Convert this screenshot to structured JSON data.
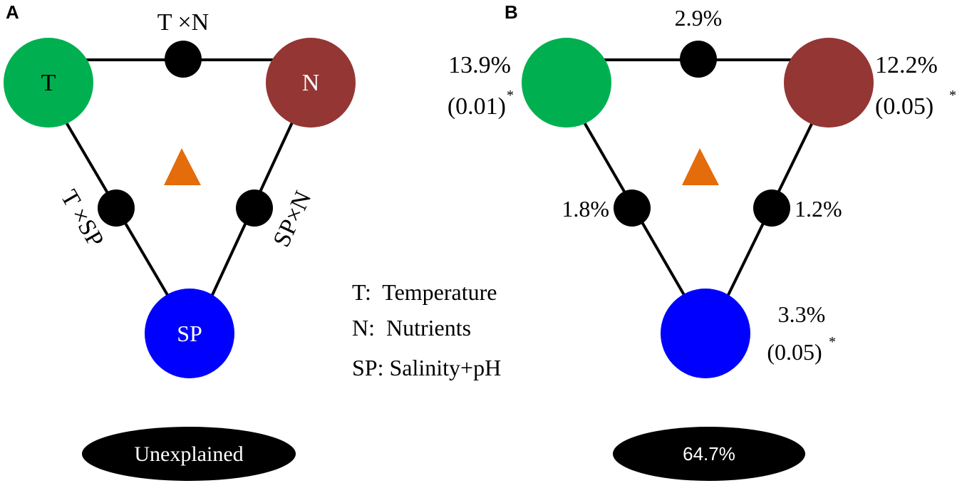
{
  "colors": {
    "temperature": "#00b050",
    "nutrients": "#943634",
    "salinity_ph": "#0000ff",
    "triangle": "#e46c0a",
    "node": "#000000",
    "line": "#000000",
    "unexplained": "#000000"
  },
  "panel_a": {
    "letter": "A",
    "node_t": "T",
    "node_n": "N",
    "node_sp": "SP",
    "interaction_tn": "T ×N",
    "interaction_tsp": "T ×SP",
    "interaction_spn": "SP×N",
    "unexplained": "Unexplained"
  },
  "legend": {
    "t": "T:  Temperature",
    "n": "N:  Nutrients",
    "sp": "SP: Salinity+pH"
  },
  "panel_b": {
    "letter": "B",
    "t_pct": "13.9%",
    "t_p": "(0.01)",
    "t_star": "*",
    "n_pct": "12.2%",
    "n_p": "(0.05)",
    "n_star": "*",
    "sp_pct": "3.3%",
    "sp_p": "(0.05)",
    "sp_star": "*",
    "tn_pct": "2.9%",
    "tsp_pct": "1.8%",
    "spn_pct": "1.2%",
    "unexplained_pct": "64.7%"
  }
}
